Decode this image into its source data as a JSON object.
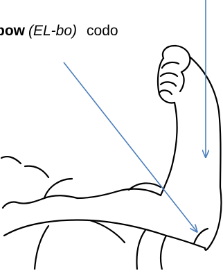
{
  "label": {
    "word": "bow",
    "pronunciation": "(EL-bo)",
    "translation": "codo"
  },
  "colors": {
    "arrow": "#4a7ebb",
    "drawing": "#000000",
    "background": "#ffffff"
  },
  "icons": {
    "figure": "flexed-arm-drawing-icon"
  }
}
